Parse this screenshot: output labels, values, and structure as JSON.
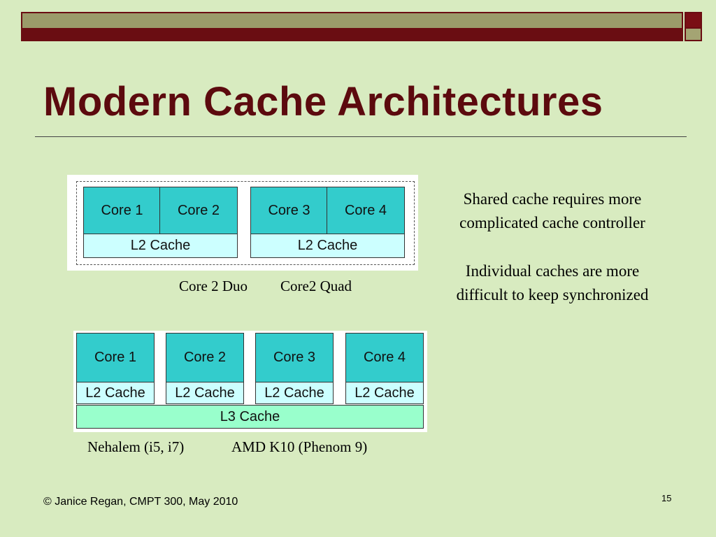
{
  "slide": {
    "title": "Modern Cache Architectures",
    "colors": {
      "background": "#d8ebc0",
      "title": "#5c0a0e",
      "bar_dark": "#6a0d12",
      "bar_light": "#9b9b6a",
      "core": "#33cccc",
      "l2_cache": "#ccffff",
      "l3_cache": "#99ffcc"
    }
  },
  "diagram_top": {
    "cores": [
      "Core 1",
      "Core 2",
      "Core 3",
      "Core 4"
    ],
    "caches": [
      "L2 Cache",
      "L2 Cache"
    ],
    "caption_left": "Core 2 Duo",
    "caption_right": "Core2 Quad"
  },
  "diagram_bottom": {
    "cores": [
      "Core 1",
      "Core 2",
      "Core 3",
      "Core 4"
    ],
    "caches": [
      "L2 Cache",
      "L2 Cache",
      "L2 Cache",
      "L2 Cache"
    ],
    "l3": "L3 Cache",
    "caption_left": "Nehalem (i5, i7)",
    "caption_right": "AMD K10 (Phenom 9)"
  },
  "notes": {
    "line1": "Shared cache requires more",
    "line2": "complicated cache controller",
    "line3": "Individual caches are more",
    "line4": "difficult to keep synchronized"
  },
  "footer": {
    "copyright": "© Janice Regan, CMPT 300, May 2010",
    "page_number": "15"
  }
}
